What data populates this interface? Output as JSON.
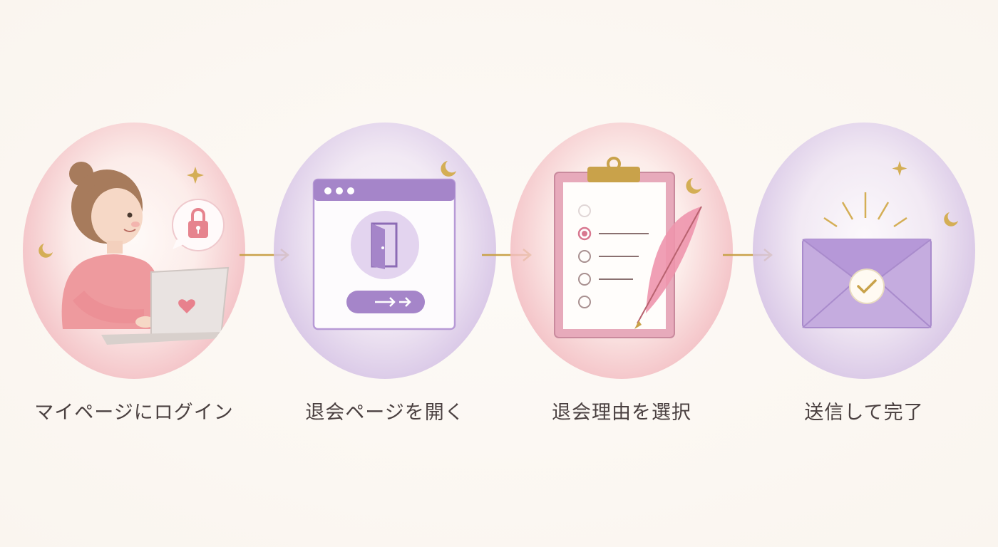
{
  "steps": [
    {
      "label": "マイページにログイン",
      "icons": [
        "woman-icon",
        "laptop-icon",
        "lock-icon"
      ]
    },
    {
      "label": "退会ページを開く",
      "icons": [
        "browser-window-icon",
        "door-icon",
        "arrow-button-icon"
      ]
    },
    {
      "label": "退会理由を選択",
      "icons": [
        "clipboard-icon",
        "radio-list-icon",
        "feather-quill-icon"
      ]
    },
    {
      "label": "送信して完了",
      "icons": [
        "envelope-icon",
        "check-icon"
      ]
    }
  ],
  "colors": {
    "background": "#fcf8f3",
    "pink": "#eba9b4",
    "purple": "#b79ad6",
    "gold": "#c9a24a",
    "text": "#4a4040"
  }
}
